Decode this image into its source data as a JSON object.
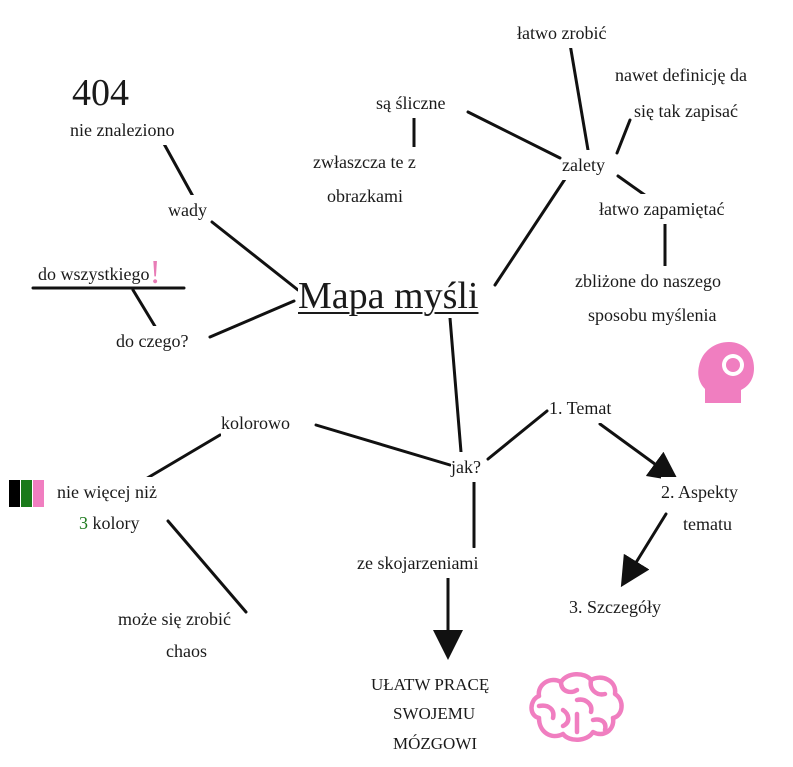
{
  "center": "Mapa myśli",
  "branches": {
    "zalety": {
      "label": "zalety",
      "items": {
        "sliczne": "są śliczne",
        "obrazki_1": "zwłaszcza te z",
        "obrazki_2": "obrazkami",
        "latwo_zrobic": "łatwo zrobić",
        "definicje_1": "nawet definicję da",
        "definicje_2": "się tak zapisać",
        "zapamietac": "łatwo zapamiętać",
        "zblizone_1": "zbliżone do naszego",
        "zblizone_2": "sposobu myślenia"
      }
    },
    "wady": {
      "label": "wady",
      "code": "404",
      "not_found": "nie znaleziono"
    },
    "do_czego": {
      "label": "do czego?",
      "answer": "do wszystkiego",
      "mark": "!"
    },
    "jak": {
      "label": "jak?",
      "kolorowo": "kolorowo",
      "colors_1": "nie więcej niż",
      "colors_num": "3",
      "colors_2": "kolory",
      "chaos_1": "może się zrobić",
      "chaos_2": "chaos",
      "skojarzenia": "ze skojarzeniami",
      "ulatw_1": "UŁATW PRACĘ",
      "ulatw_2": "SWOJEMU",
      "ulatw_3": "MÓZGOWI",
      "step1": "1. Temat",
      "step2_1": "2. Aspekty",
      "step2_2": "tematu",
      "step3": "3. Szczegóły"
    }
  },
  "colors": {
    "accent_pink": "#f07ec0",
    "green": "#1e7a1e",
    "swatches": [
      "#000000",
      "#1a7a1a",
      "#f07ec0"
    ]
  },
  "icons": [
    "head-icon",
    "brain-icon"
  ]
}
